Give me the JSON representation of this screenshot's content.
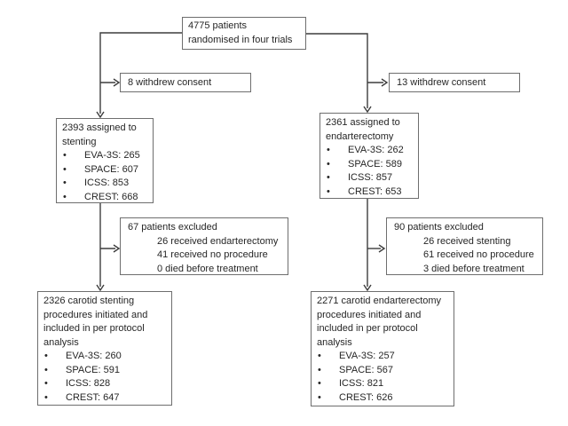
{
  "flowchart": {
    "top_box": {
      "text": "4775 patients randomised in four trials"
    },
    "left_arm": {
      "withdrew": {
        "text": "8 withdrew consent"
      },
      "assigned": {
        "title": "2393 assigned to stenting",
        "trials": [
          "EVA-3S: 265",
          "SPACE: 607",
          "ICSS: 853",
          "CREST: 668"
        ]
      },
      "excluded": {
        "title": "67 patients excluded",
        "details": [
          "26 received endarterectomy",
          "41 received no procedure",
          "0 died before treatment"
        ]
      },
      "per_protocol": {
        "title": "2326 carotid stenting procedures initiated and included in per protocol analysis",
        "trials": [
          "EVA-3S: 260",
          "SPACE: 591",
          "ICSS: 828",
          "CREST: 647"
        ]
      }
    },
    "right_arm": {
      "withdrew": {
        "text": "13 withdrew consent"
      },
      "assigned": {
        "title": "2361 assigned to endarterectomy",
        "trials": [
          "EVA-3S: 262",
          "SPACE: 589",
          "ICSS: 857",
          "CREST: 653"
        ]
      },
      "excluded": {
        "title": "90 patients excluded",
        "details": [
          "26 received stenting",
          "61 received no procedure",
          "3 died before treatment"
        ]
      },
      "per_protocol": {
        "title": "2271 carotid endarterectomy procedures initiated and included in per protocol analysis",
        "trials": [
          "EVA-3S: 257",
          "SPACE: 567",
          "ICSS: 821",
          "CREST: 626"
        ]
      }
    },
    "colors": {
      "box_border": "#6e6e6e",
      "connector": "#3d3d3d",
      "text": "#262626",
      "background": "#ffffff"
    }
  }
}
